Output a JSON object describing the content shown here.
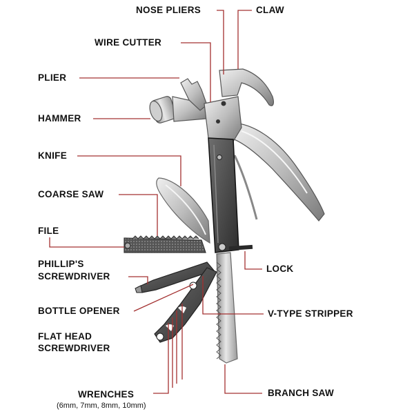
{
  "labels": {
    "nose_pliers": "NOSE PLIERS",
    "claw": "CLAW",
    "wire_cutter": "WIRE CUTTER",
    "plier": "PLIER",
    "hammer": "HAMMER",
    "knife": "KNIFE",
    "coarse_saw": "COARSE SAW",
    "file": "FILE",
    "phillips_line1": "PHILLIP'S",
    "phillips_line2": "SCREWDRIVER",
    "bottle_opener": "BOTTLE OPENER",
    "flat_head_line1": "FLAT HEAD",
    "flat_head_line2": "SCREWDRIVER",
    "wrenches": "WRENCHES",
    "wrench_sizes": "(6mm, 7mm, 8mm, 10mm)",
    "lock": "LOCK",
    "v_type_stripper": "V-TYPE STRIPPER",
    "branch_saw": "BRANCH SAW"
  },
  "colors": {
    "leader_line": "#a33030",
    "label_text": "#111111",
    "steel_light": "#d9d9d9",
    "steel_mid": "#a8a8a8",
    "steel_dark": "#5a5a5a",
    "handle_black": "#1c1c1c"
  }
}
